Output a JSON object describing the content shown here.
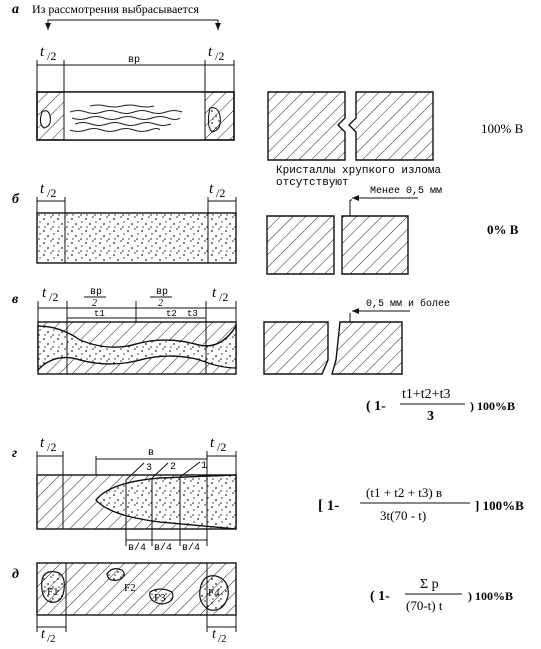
{
  "rows": [
    {
      "id": "a",
      "letter": "а",
      "note": "Из рассмотрения выбрасывается",
      "t_left": "t",
      "t_right": "t",
      "half": "/2",
      "dim_label": "вр",
      "caption_line1": "Кристаллы хрупкого излома",
      "caption_line2": "отсутствуют",
      "result": "100% B"
    },
    {
      "id": "b",
      "letter": "б",
      "t_left": "t",
      "t_right": "t",
      "half": "/2",
      "callout": "Менее 0,5 мм",
      "result": "0% B"
    },
    {
      "id": "v",
      "letter": "в",
      "t_left": "t",
      "t_right": "t",
      "half": "/2",
      "frac_top_left": "вр",
      "frac_bot_left": "2",
      "frac_top_right": "вр",
      "frac_bot_right": "2",
      "seg_t1": "t1",
      "seg_t2": "t2",
      "seg_t3": "t3",
      "callout": "0,5 мм и более",
      "formula": {
        "open": "( 1-",
        "numerator": "t1+t2+t3",
        "denominator": "3",
        "close": ") 100%B"
      }
    },
    {
      "id": "g",
      "letter": "г",
      "t_left": "t",
      "t_right": "t",
      "half": "/2",
      "dim_label": "в",
      "marks": [
        "3",
        "2",
        "1"
      ],
      "quarters": [
        "в/4",
        "в/4",
        "в/4"
      ],
      "formula": {
        "open": "[ 1-",
        "numerator": "(t1 + t2 + t3) в",
        "denominator": "3t(70 - t)",
        "close": "] 100%B"
      }
    },
    {
      "id": "d",
      "letter": "д",
      "t_left": "t",
      "t_right": "t",
      "half": "/2",
      "areas": [
        "F1",
        "F2",
        "F3",
        "F4"
      ],
      "formula": {
        "open": "( 1-",
        "numerator": "Σ p",
        "denominator": "(70-t) t",
        "close": ") 100%B"
      }
    }
  ]
}
